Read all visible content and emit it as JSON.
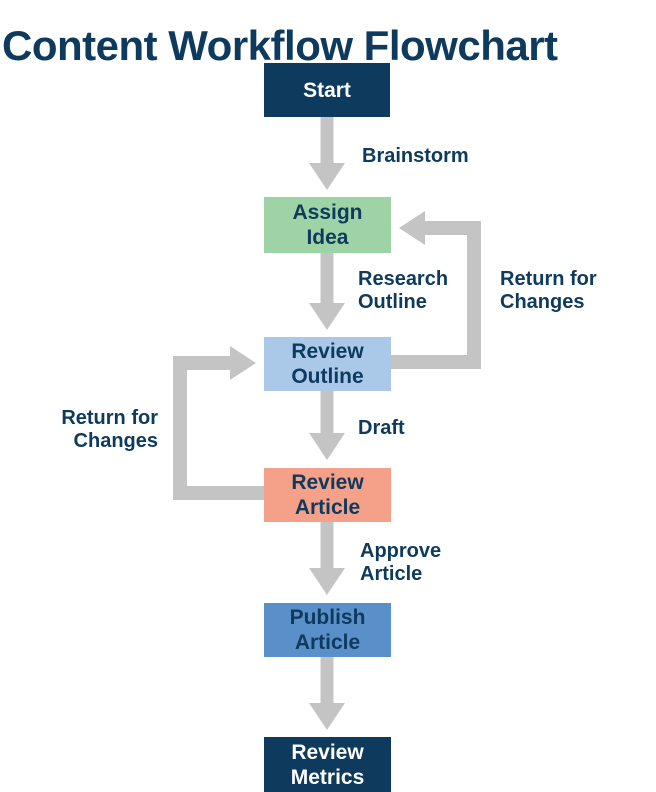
{
  "title": "Content Workflow Flowchart",
  "colors": {
    "navy": "#0e3a5e",
    "arrow_gray": "#c4c4c4",
    "background": "#ffffff",
    "node_green": "#9ed4a5",
    "node_light_blue": "#aac9e9",
    "node_salmon": "#f5a189",
    "node_medium_blue": "#5a90ca",
    "node_navy": "#0e3a5e"
  },
  "nodes": [
    {
      "id": "start",
      "label": "Start",
      "bg": "#0e3a5e",
      "fg": "#ffffff"
    },
    {
      "id": "assign-idea",
      "label": "Assign\nIdea",
      "bg": "#9ed4a5",
      "fg": "#0e3a5e"
    },
    {
      "id": "review-outline",
      "label": "Review\nOutline",
      "bg": "#aac9e9",
      "fg": "#0e3a5e"
    },
    {
      "id": "review-article",
      "label": "Review\nArticle",
      "bg": "#f5a189",
      "fg": "#0e3a5e"
    },
    {
      "id": "publish-article",
      "label": "Publish\nArticle",
      "bg": "#5a90ca",
      "fg": "#0e3a5e"
    },
    {
      "id": "review-metrics",
      "label": "Review\nMetrics",
      "bg": "#0e3a5e",
      "fg": "#ffffff"
    }
  ],
  "edge_labels": [
    {
      "id": "brainstorm",
      "text": "Brainstorm",
      "edge": "Start → Assign Idea"
    },
    {
      "id": "research-outline",
      "text": "Research\nOutline",
      "edge": "Assign Idea → Review Outline"
    },
    {
      "id": "return-for-changes-right",
      "text": "Return for\nChanges",
      "edge": "Review Outline → Assign Idea"
    },
    {
      "id": "draft",
      "text": "Draft",
      "edge": "Review Outline → Review Article"
    },
    {
      "id": "return-for-changes-left",
      "text": "Return for\nChanges",
      "edge": "Review Article → Review Outline"
    },
    {
      "id": "approve-article",
      "text": "Approve\nArticle",
      "edge": "Review Article → Publish Article"
    }
  ]
}
